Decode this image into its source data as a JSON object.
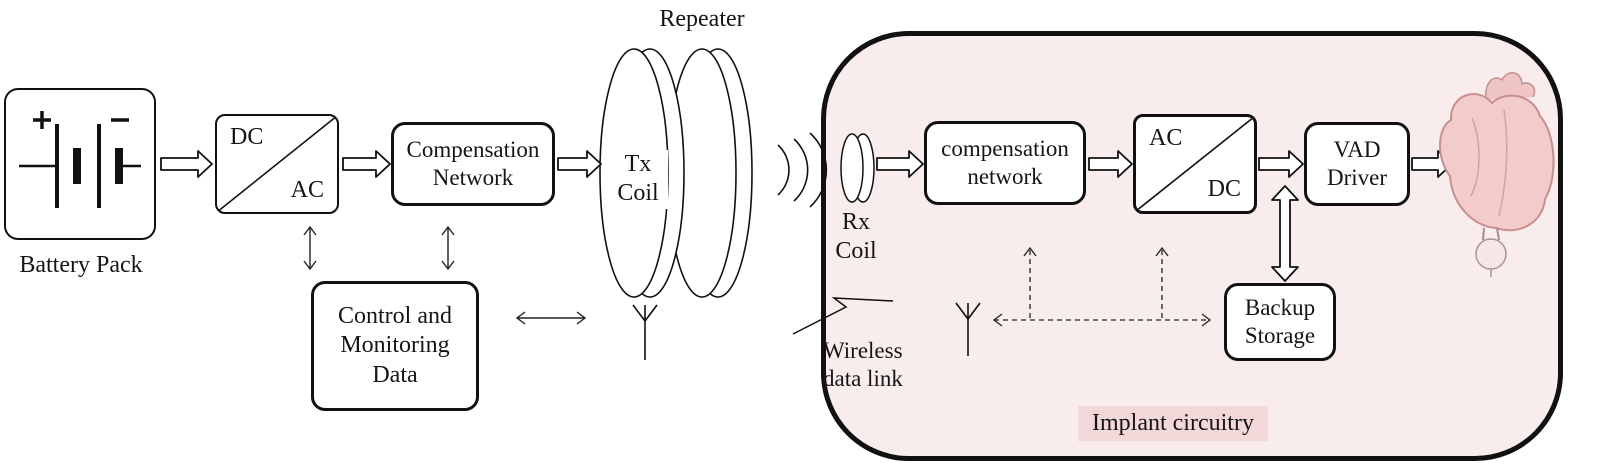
{
  "colors": {
    "implant_background": "#f8ecec",
    "implant_caption_background": "#f2d8d8",
    "line_color": "#111111"
  },
  "external_unit": {
    "battery_label": "Battery Pack",
    "dc_ac_converter": {
      "top_label": "DC",
      "bottom_label": "AC"
    },
    "compensation_network_label": "Compensation Network",
    "control_box_label": "Control and Monitoring Data",
    "tx_coil_label": "Tx Coil",
    "repeater_label": "Repeater"
  },
  "implant_unit": {
    "rx_coil_label": "Rx Coil",
    "compensation_network_label": "compensation network",
    "ac_dc_converter": {
      "top_label": "AC",
      "bottom_label": "DC"
    },
    "vad_driver_label": "VAD Driver",
    "backup_storage_label": "Backup Storage",
    "caption": "Implant circuitry"
  },
  "annotations": {
    "wireless_data_link_label": "Wireless data link"
  }
}
